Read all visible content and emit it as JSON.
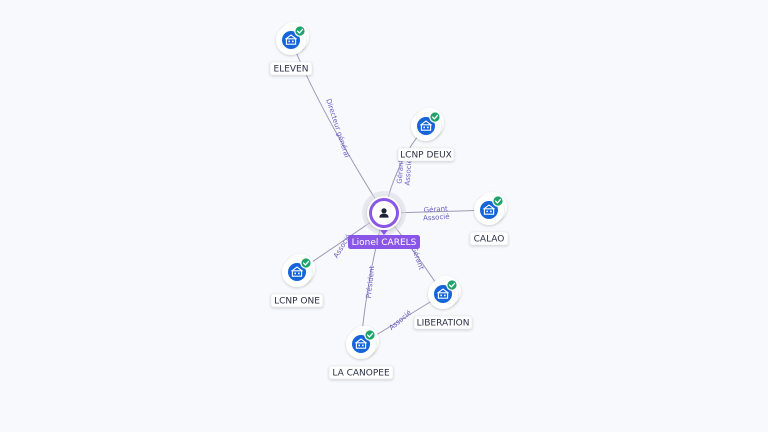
{
  "graph": {
    "colors": {
      "background": "#f8f9fc",
      "edge": "#9a9ab8",
      "edge_label": "#6a62c8",
      "company_icon": "#1565d8",
      "check_badge": "#1ea36b",
      "person_accent": "#8a56e8"
    },
    "center": {
      "id": "person",
      "label": "Lionel CARELS",
      "icon": "user-icon"
    },
    "companies": [
      {
        "id": "eleven",
        "label": "ELEVEN",
        "icon": "company-building-icon",
        "badge": "check-icon"
      },
      {
        "id": "lcnp-deux",
        "label": "LCNP DEUX",
        "icon": "company-building-icon",
        "badge": "check-icon"
      },
      {
        "id": "calao",
        "label": "CALAO",
        "icon": "company-building-icon",
        "badge": "check-icon"
      },
      {
        "id": "lcnp-one",
        "label": "LCNP ONE",
        "icon": "company-building-icon",
        "badge": "check-icon"
      },
      {
        "id": "liberation",
        "label": "LIBERATION",
        "icon": "company-building-icon",
        "badge": "check-icon"
      },
      {
        "id": "la-canopee",
        "label": "LA CANOPEE",
        "icon": "company-building-icon",
        "badge": "check-icon"
      }
    ],
    "edges": [
      {
        "from": "person",
        "to": "eleven",
        "labels": [
          "Directeur général"
        ]
      },
      {
        "from": "person",
        "to": "lcnp-deux",
        "labels": [
          "Gérant",
          "Associé"
        ]
      },
      {
        "from": "person",
        "to": "calao",
        "labels": [
          "Gérant",
          "Associé"
        ]
      },
      {
        "from": "person",
        "to": "lcnp-one",
        "labels": [
          "Associé"
        ]
      },
      {
        "from": "person",
        "to": "liberation",
        "labels": [
          "Gérant"
        ]
      },
      {
        "from": "person",
        "to": "la-canopee",
        "labels": [
          "Président"
        ]
      },
      {
        "from": "la-canopee",
        "to": "liberation",
        "labels": [
          "Associé"
        ]
      }
    ]
  }
}
